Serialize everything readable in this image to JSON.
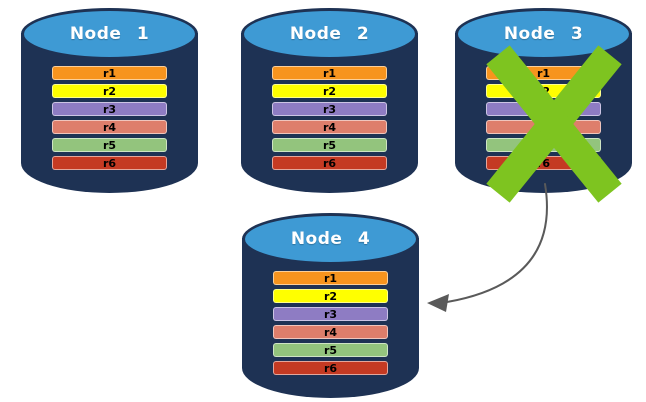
{
  "diagram": {
    "nodes": [
      {
        "label": "Node 1",
        "status": "active"
      },
      {
        "label": "Node 2",
        "status": "active"
      },
      {
        "label": "Node 3",
        "status": "failed"
      },
      {
        "label": "Node 4",
        "status": "active"
      }
    ],
    "replicas": [
      {
        "label": "r1",
        "color": "#F7941E"
      },
      {
        "label": "r2",
        "color": "#FFFF00"
      },
      {
        "label": "r3",
        "color": "#8E7CC3"
      },
      {
        "label": "r4",
        "color": "#DE7E6B"
      },
      {
        "label": "r5",
        "color": "#93C47D"
      },
      {
        "label": "r6",
        "color": "#C43A23"
      }
    ],
    "colors": {
      "cylinder_body": "#1E3254",
      "cylinder_top": "#3E9AD4",
      "failure_x": "#7EC420",
      "arrow": "#5A5A5A"
    },
    "arrow": {
      "from": "Node 3",
      "to": "Node 4"
    }
  }
}
